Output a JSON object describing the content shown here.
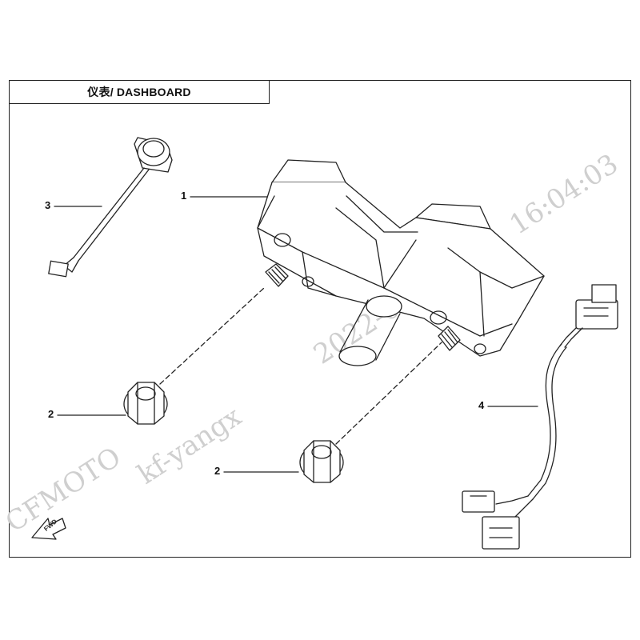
{
  "title": "仪表/ DASHBOARD",
  "callouts": {
    "c1": "1",
    "c2a": "2",
    "c2b": "2",
    "c3": "3",
    "c4": "4"
  },
  "fwd_marker": "FWD",
  "watermark": {
    "brand": "CFMOTO",
    "user": "kf-yangx",
    "date": "2022-07-20",
    "time": "16:04:03"
  },
  "colors": {
    "line": "#222222",
    "watermark": "#cfcfcf"
  },
  "icons": [
    "forward-arrow-icon"
  ]
}
